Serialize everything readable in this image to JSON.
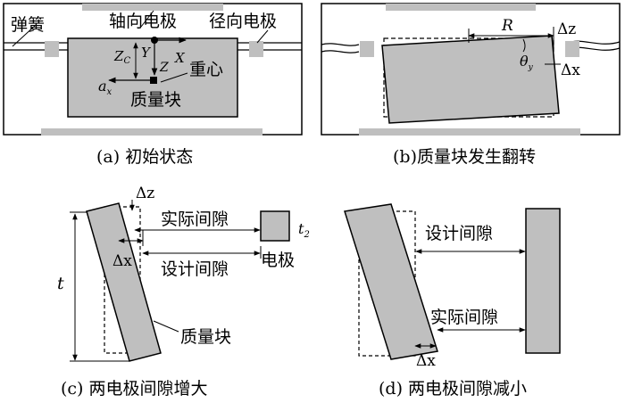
{
  "panel_a": {
    "caption": "(a) 初始状态",
    "spring": "弹簧",
    "axial_electrode": "轴向电极",
    "radial_electrode": "径向电极",
    "proof_mass": "质量块",
    "center_of_mass": "重心",
    "z_c": "Z",
    "z_c_sub": "C",
    "y_axis": "Y",
    "z_axis": "Z",
    "x_axis": "X",
    "a_x": "a",
    "a_x_sub": "x"
  },
  "panel_b": {
    "caption": "(b)质量块发生翻转",
    "radius": "R",
    "delta_z": "Δz",
    "theta": "θ",
    "theta_sub": "y",
    "delta_x": "Δx"
  },
  "panel_c": {
    "caption": "(c) 两电极间隙增大",
    "delta_z": "Δz",
    "delta_x": "Δx",
    "actual_gap": "实际间隙",
    "design_gap": "设计间隙",
    "electrode": "电极",
    "t": "t",
    "t2": "t",
    "t2_sub": "2",
    "proof_mass": "质量块"
  },
  "panel_d": {
    "caption": "(d) 两电极间隙减小",
    "design_gap": "设计间隙",
    "actual_gap": "实际间隙",
    "delta_x": "Δx"
  },
  "colors": {
    "gray": "#bfbfbf",
    "line": "#000000"
  }
}
